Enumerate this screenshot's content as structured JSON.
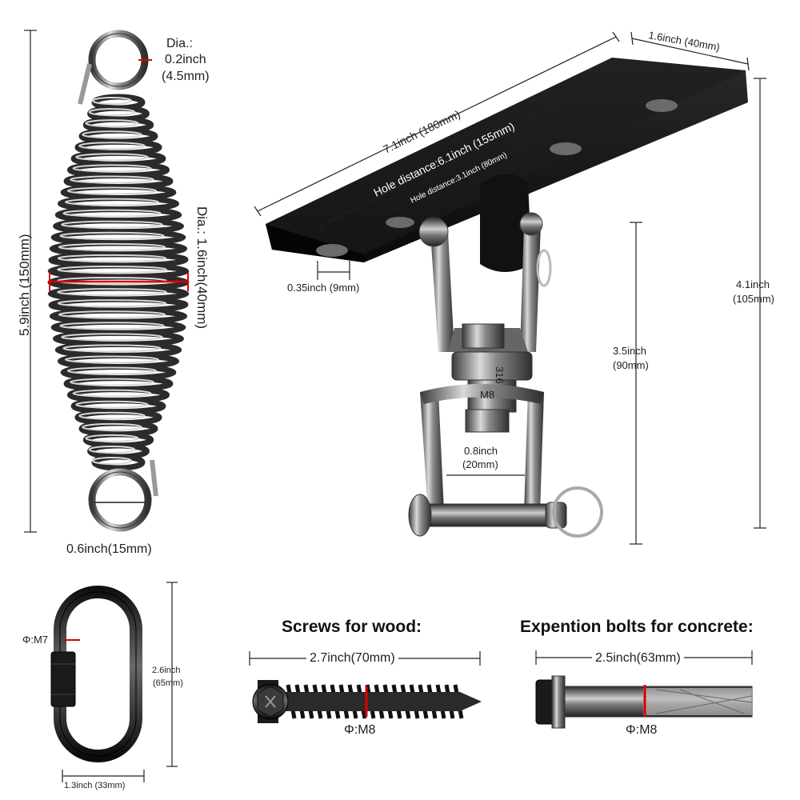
{
  "spring": {
    "hook_dia": "Dia.:",
    "hook_dia_inch": "0.2inch",
    "hook_dia_mm": "(4.5mm)",
    "length": "5.9inch (150mm)",
    "body_dia": "Dia.: 1.6inch(40mm)",
    "eye_width": "0.6inch(15mm)"
  },
  "mount": {
    "plate_width": "1.6inch (40mm)",
    "plate_length": "7.1inch (180mm)",
    "hole_distance_outer": "Hole distance:6.1inch (155mm)",
    "hole_distance_inner": "Hole distance:3.1inch (80mm)",
    "hole_dia": "0.35inch (9mm)",
    "total_height_inch": "4.1inch",
    "total_height_mm": "(105mm)",
    "swivel_height_inch": "3.5inch",
    "swivel_height_mm": "(90mm)",
    "shackle_gap_inch": "0.8inch",
    "shackle_gap_mm": "(20mm)",
    "marking_top": "316",
    "marking_bottom": "M8"
  },
  "quick_link": {
    "thread": "Φ:M7",
    "height_inch": "2.6inch",
    "height_mm": "(65mm)",
    "width": "1.3inch (33mm)"
  },
  "wood_screw": {
    "heading": "Screws for wood:",
    "length": "2.7inch(70mm)",
    "dia": "Φ:M8"
  },
  "concrete_bolt": {
    "heading": "Expention bolts for concrete:",
    "length": "2.5inch(63mm)",
    "dia": "Φ:M8"
  }
}
